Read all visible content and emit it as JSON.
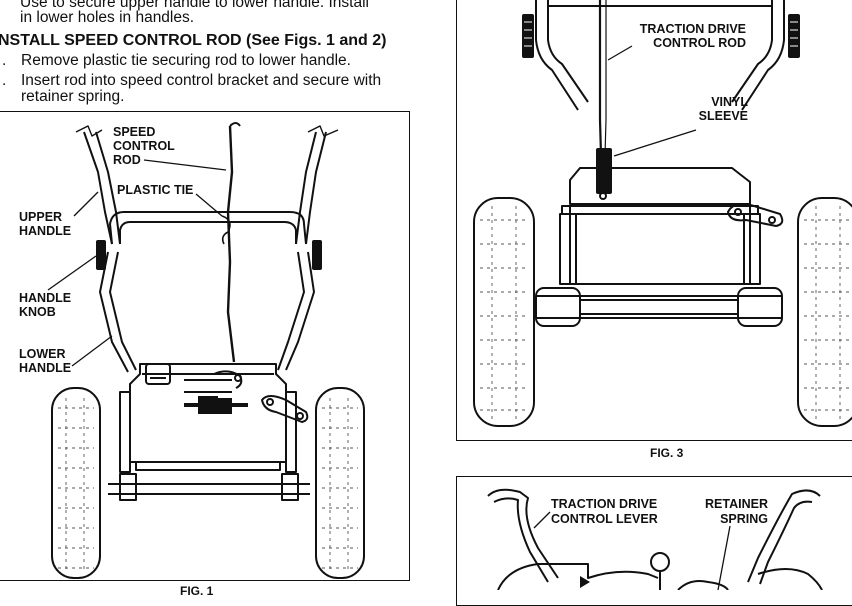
{
  "intro": {
    "line1": "Use to secure upper handle to lower handle. Install",
    "line2": "in lower holes in handles."
  },
  "section": {
    "heading": "NSTALL SPEED CONTROL ROD (See Figs. 1 and 2)",
    "steps": [
      {
        "num": ".",
        "lines": [
          "Remove plastic tie securing rod to lower handle."
        ]
      },
      {
        "num": ".",
        "lines": [
          "Insert rod into speed control bracket and secure with",
          "retainer spring."
        ]
      }
    ]
  },
  "fig1": {
    "caption": "FIG. 1",
    "callouts": {
      "speed_control_rod": [
        "SPEED",
        "CONTROL",
        "ROD"
      ],
      "plastic_tie": "PLASTIC TIE",
      "upper_handle": [
        "UPPER",
        "HANDLE"
      ],
      "handle_knob": [
        "HANDLE",
        "KNOB"
      ],
      "lower_handle": [
        "LOWER",
        "HANDLE"
      ]
    }
  },
  "fig3": {
    "caption": "FIG. 3",
    "callouts": {
      "traction_drive_control_rod": [
        "TRACTION DRIVE",
        "CONTROL ROD"
      ],
      "vinyl_sleeve": [
        "VINYL",
        "SLEEVE"
      ]
    }
  },
  "fig4": {
    "callouts": {
      "traction_drive_control_lever": [
        "TRACTION DRIVE",
        "CONTROL LEVER"
      ],
      "retainer_spring": [
        "RETAINER",
        "SPRING"
      ]
    }
  }
}
